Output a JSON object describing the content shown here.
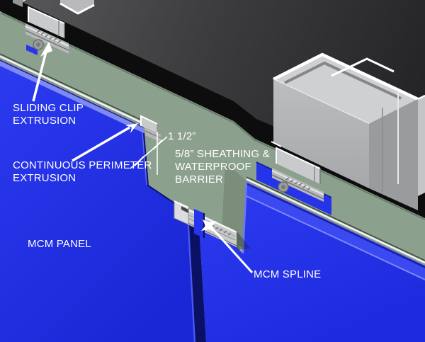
{
  "title": "MCM panel rainscreen attachment detail",
  "colors": {
    "panel_blue": "#222fe4",
    "panel_blue_light": "#3b49f1",
    "panel_bevel": "#7d89f6",
    "panel_dark": "#0a1165",
    "sheathing_green": "#8ca18d",
    "sheathing_green_light": "#a9bda9",
    "band_black": "#0d0d0e",
    "bg_dark_1": "#575759",
    "bg_dark_2": "#29292b",
    "stud_gray": "#b2b3b5",
    "stud_gray_light": "#cfd0d2",
    "stud_gray_dark": "#9a9b9d",
    "aluminum": "#c9cacc",
    "aluminum_light": "#e8e9eb",
    "aluminum_dark": "#77787a",
    "label_text": "#ffffff"
  },
  "labels": {
    "sliding_clip": {
      "line1": "SLIDING CLIP",
      "line2": "EXTRUSION"
    },
    "continuous_perimeter": {
      "line1": "CONTINUOUS PERIMETER",
      "line2": "EXTRUSION"
    },
    "dimension": "1 1/2”",
    "sheathing": {
      "line1": "5/8” SHEATHING &",
      "line2": "WATERPROOF",
      "line3": "BARRIER"
    },
    "mcm_panel": "MCM PANEL",
    "mcm_spline": "MCM SPLINE"
  },
  "annotations": [
    {
      "label": "SLIDING CLIP EXTRUSION",
      "points_to": "sliding-clip-assembly-left"
    },
    {
      "label": "CONTINUOUS PERIMETER EXTRUSION",
      "points_to": "perimeter-extrusion-block"
    },
    {
      "label": "MCM SPLINE",
      "points_to": "spline-extrusion"
    },
    {
      "label": "1 1/2”",
      "points_to": "panel-reveal-dimension"
    },
    {
      "label": "5/8” SHEATHING & WATERPROOF BARRIER",
      "points_to": "sheathing-surface"
    },
    {
      "label": "MCM PANEL",
      "points_to": "mcm-panel-left-face"
    }
  ]
}
